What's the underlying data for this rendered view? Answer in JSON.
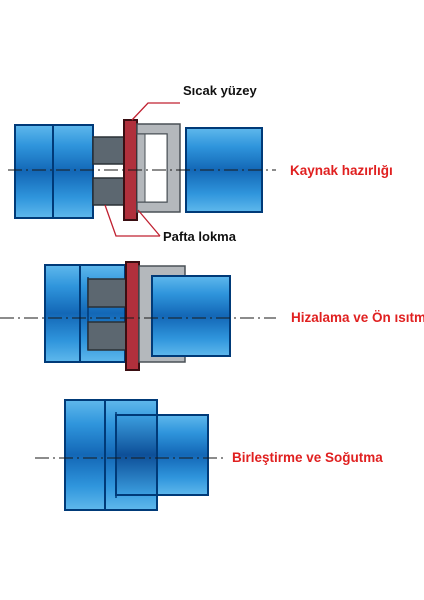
{
  "labels": {
    "hot_surface": "Sıcak yüzey",
    "heating_sockets": "Pafta lokma",
    "step_1": "Kaynak hazırlığı",
    "step_2": "Hizalama ve Ön ısıtma",
    "step_3": "Birleştirme ve Soğutma"
  },
  "colors": {
    "pipe_blue": "#2b8fd6",
    "pipe_outline": "#003a78",
    "hot_plate": "#b0303c",
    "heating_tool_grey": "#5c6770",
    "socket_grey": "#b4b8bc",
    "step_label_red": "#e02020",
    "pointer_line_red": "#c02030"
  }
}
